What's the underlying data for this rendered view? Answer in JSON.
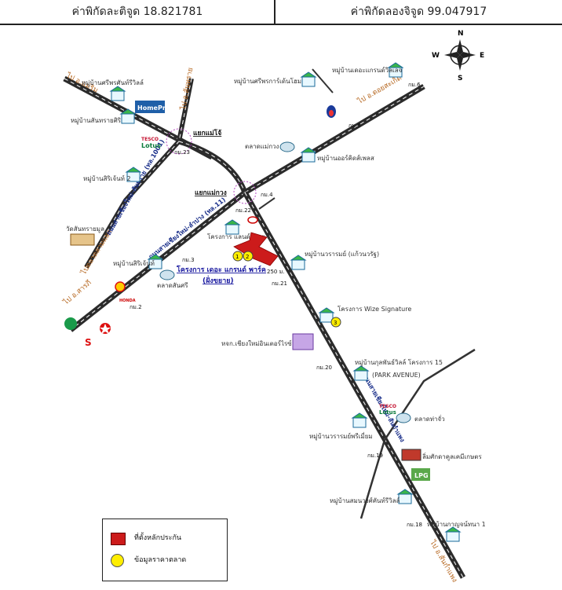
{
  "header": {
    "latitude": "ค่าพิกัดละติจูด 18.821781",
    "longitude": "ค่าพิกัดลองจิจูด 99.047917"
  },
  "compass": {
    "n": "N",
    "s": "S",
    "e": "E",
    "w": "W"
  },
  "directions": {
    "to_maerim": "ไป อ.แม่ริม",
    "to_sanpatong": "ไป อ.สันทราย",
    "to_doisaket": "ไป อ.ดอยสะเก็ด",
    "to_saraphi": "ไป อ.สารภี",
    "to_city": "ไปตลาดสามแยก",
    "to_sankamphaeng": "ไป อ.สันกำแพง"
  },
  "roads": {
    "road_1013": "ถนนสายเชียงใหม่-สันทราย (ทล.1001)",
    "road_11": "ถนนสายเชียงใหม่-ลำปาง (ทล.11)",
    "road_east": "ถนนสายเชียงใหม่-สันกำแพง"
  },
  "junctions": {
    "maejo": "แยกแม่โจ้",
    "maekuang": "แยกแม่กวง"
  },
  "km_markers": {
    "km23": "กม.23",
    "km22": "กม.22",
    "km4": "กม.4",
    "km5": "กม.5",
    "km6": "กม.6",
    "km3": "กม.3",
    "km2": "กม.2",
    "km21": "กม.21",
    "km20": "กม.20",
    "km19": "กม.19",
    "km18": "กม.18"
  },
  "places": {
    "sirisuk": "หมู่บ้านศรีพรศันท์รีวิลล์",
    "sansai": "หมู่บ้านสันทรายศิริ",
    "siriwet": "หมู่บ้านสิริเจ้นท์ 2",
    "wat": "วัดสันทรายมูล",
    "siriwet1": "หมู่บ้านสิริเจ้นท์",
    "market_sansai": "ตลาดสันศรี",
    "grand": "หมู่บ้านเดอะแกรนด์วิลเลจ",
    "sripornkarn": "หมู่บ้านศรีพรการ์เด้นโฮม",
    "market_maekuang": "ตลาดแม่กวง",
    "orchid": "หมู่บ้านออร์คิดส์เพลส",
    "landsabai": "โครงการ แลนด์สบาย 2",
    "wararom": "หมู่บ้านวรารมย์ (แก้วนวรัฐ)",
    "wize": "โครงการ Wize Signature",
    "factory": "หจก.เชียงใหม่อินเตอร์ไรซ์",
    "kulphan": "หมู่บ้านกุลพันธ์วิลล์ โครงการ 15",
    "park": "(PARK AVENUE)",
    "market_thachua": "ตลาดท่าจั่ว",
    "wararom_premium": "หมู่บ้านวรารมย์พรีเมี่ยม",
    "lumsak": "ลิ่มศักดาคูลเคมีเกษตร",
    "saranwong": "หมู่บ้านสมนวงศ์คันท์รีวิลล์",
    "kanjana": "หมู่บ้านกาญจน์ทนา 1"
  },
  "brands": {
    "homepro": "HomePro",
    "tesco1": "TESCO",
    "lotus1": "Lotus",
    "tesco2": "TESCO",
    "lotus2": "Lotus",
    "honda": "HONDA",
    "lpg": "LPG"
  },
  "project": {
    "name": "โครงการ เดอะ แกรนด์ พาร์ค",
    "sub": "(ฝั่งขยาย)",
    "distance": "250 ม."
  },
  "markers": {
    "m1": "1",
    "m2": "2",
    "m3": "3"
  },
  "legend": {
    "collateral": "ที่ตั้งหลักประกัน",
    "market_data": "ข้อมูลราคาตลาด"
  },
  "colors": {
    "road": "#2b2b2b",
    "road_dash": "#ffffff",
    "collateral": "#cc1b1b",
    "market_marker": "#ffee00",
    "direction_text": "#b5651d",
    "road_text": "#1a2f8a"
  }
}
